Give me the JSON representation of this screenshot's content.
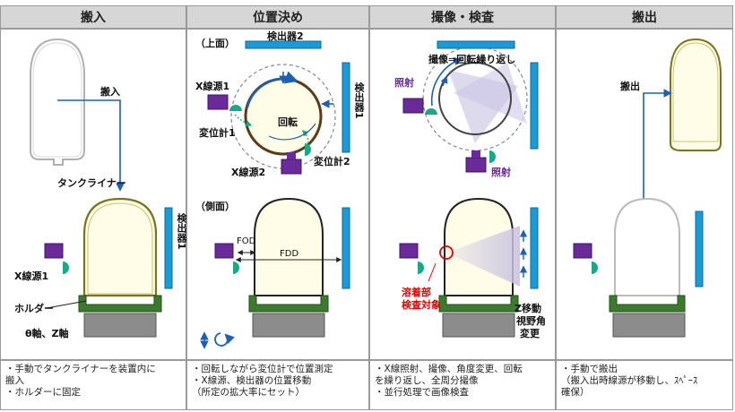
{
  "headers": [
    "搬入",
    "位置決め",
    "撮像・検査",
    "搬出"
  ],
  "panel1": {
    "carry_in": "搬入",
    "tank_liner": "タンクライナー",
    "detector1": "検出器1",
    "xray1": "X線源1",
    "holder": "ホルダー",
    "axes": "θ軸、Z軸"
  },
  "panel2": {
    "top_view": "（上面）",
    "side_view": "（側面）",
    "detector2": "検出器2",
    "detector1": "検出器1",
    "xray1": "X線源1",
    "xray2": "X線源2",
    "disp1": "変位計1",
    "disp2": "変位計2",
    "rotate": "回転",
    "fod": "FOD",
    "fdd": "FDD"
  },
  "panel3": {
    "imaging_repeat": "撮像⇒回転繰り返し",
    "irradiate1": "照射",
    "irradiate2": "照射",
    "weld_line1": "溶着部",
    "weld_line2": "検査対象",
    "zmove1": "Z移動",
    "zmove2": "視野角",
    "zmove3": "変更"
  },
  "panel4": {
    "carry_out": "搬出"
  },
  "footers": [
    [
      "・手動でタンクライナーを装置内に",
      "搬入",
      "・ホルダーに固定"
    ],
    [
      "・回転しながら変位計で位置測定",
      "・X線源、検出器の位置移動",
      "（所定の拡大率にセット）"
    ],
    [
      "・X線照射、撮像、角度変更、回転",
      "を繰り返し、全周分撮像",
      "・並行処理で画像検査"
    ],
    [
      "・手動で搬出",
      "（搬入出時線源が移動し、ｽﾍﾟｰｽ",
      "確保）"
    ]
  ],
  "colors": {
    "xray_source": "#6a2a9a",
    "displacement_sensor": "#1aa88a",
    "detector": "#1a9ad6",
    "holder": "#3c7a2e",
    "stage": "#8c8c8c",
    "arrow": "#1f5fb0",
    "highlight": "#e00000"
  }
}
